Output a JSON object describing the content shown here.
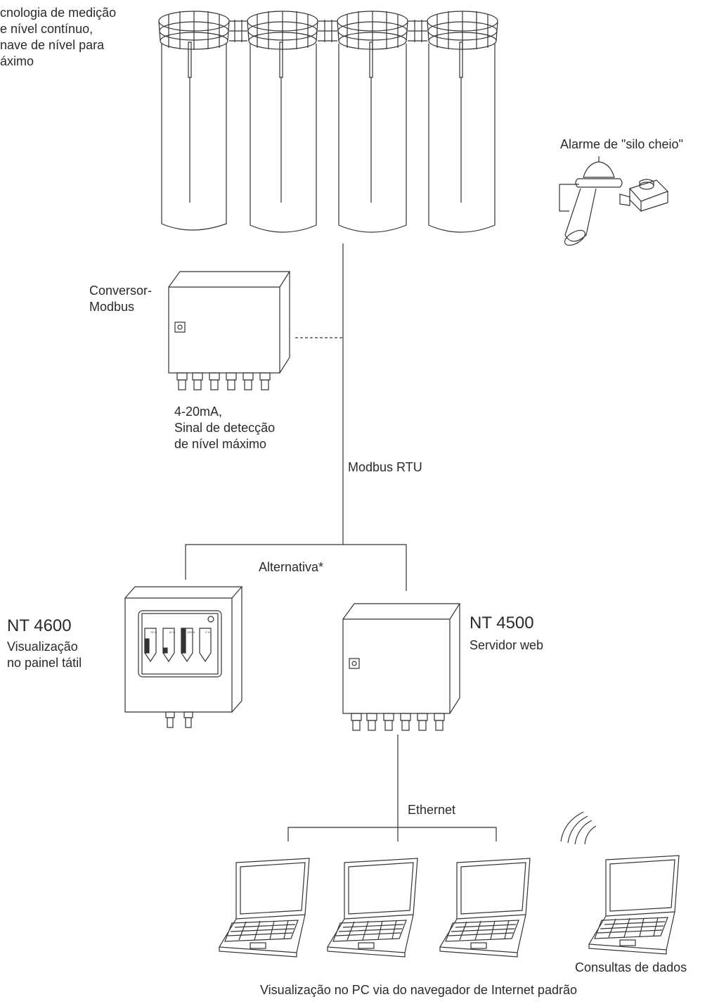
{
  "labels": {
    "sensor_tech": [
      "cnologia de medição",
      "e nível contínuo,",
      "nave de nível para",
      "áximo"
    ],
    "alarm": "Alarme de \"silo cheio\"",
    "converter": [
      "Conversor-",
      "Modbus"
    ],
    "converter_signal": [
      "4-20mA,",
      "Sinal de detecção",
      "de nível máximo"
    ],
    "modbus": "Modbus RTU",
    "alternative": "Alternativa*",
    "nt4600": {
      "model": "NT 4600",
      "desc": [
        "Visualização",
        "no painel tátil"
      ]
    },
    "nt4500": {
      "model": "NT 4500",
      "desc": "Servidor web"
    },
    "ethernet": "Ethernet",
    "data_queries": "Consultas de dados",
    "footer": "Visualização no PC via do navegador de Internet padrão"
  },
  "panel_levels": [
    "75 %",
    "10 %",
    "100 %",
    "0 %"
  ]
}
